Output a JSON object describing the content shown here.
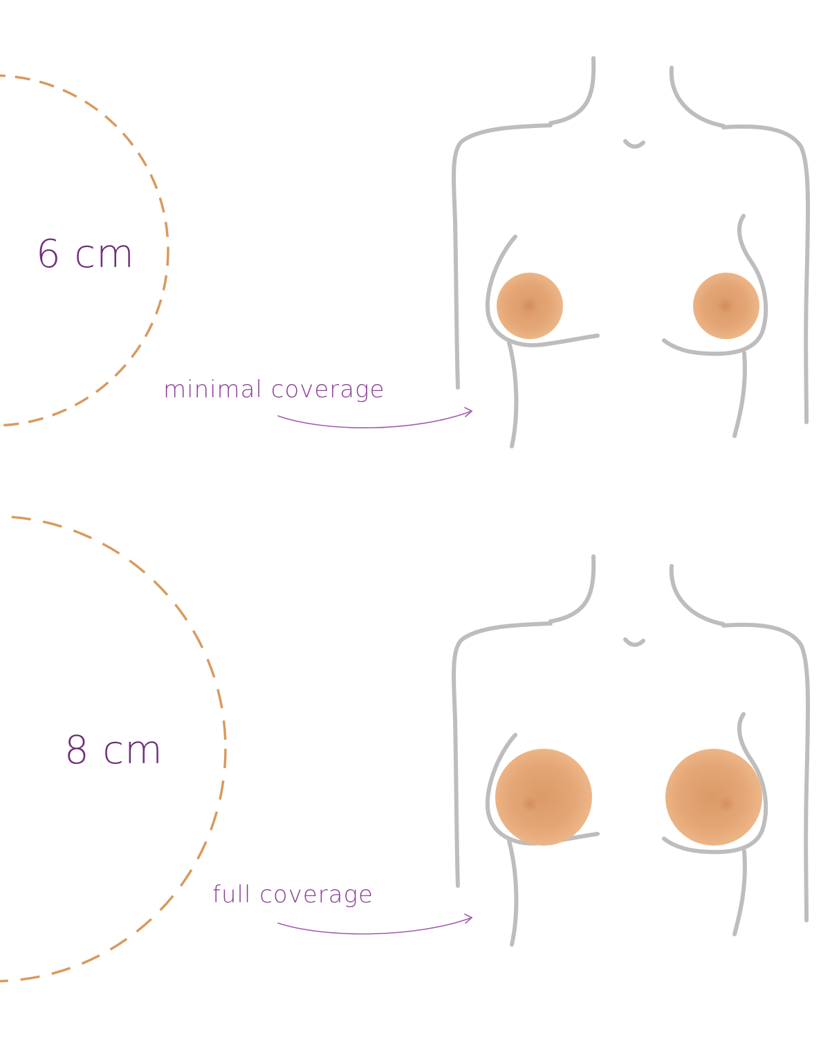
{
  "options": [
    {
      "size_label": "6 cm",
      "coverage_label": "minimal coverage"
    },
    {
      "size_label": "8 cm",
      "coverage_label": "full coverage"
    }
  ],
  "colors": {
    "accent_purple": "#6f2f7a",
    "arrow_purple": "#a25aae",
    "dashed_circle": "#d89a5c",
    "body_outline": "#bdbdbd",
    "patch_light": "#efb88a",
    "patch_dark": "#d9915a"
  }
}
